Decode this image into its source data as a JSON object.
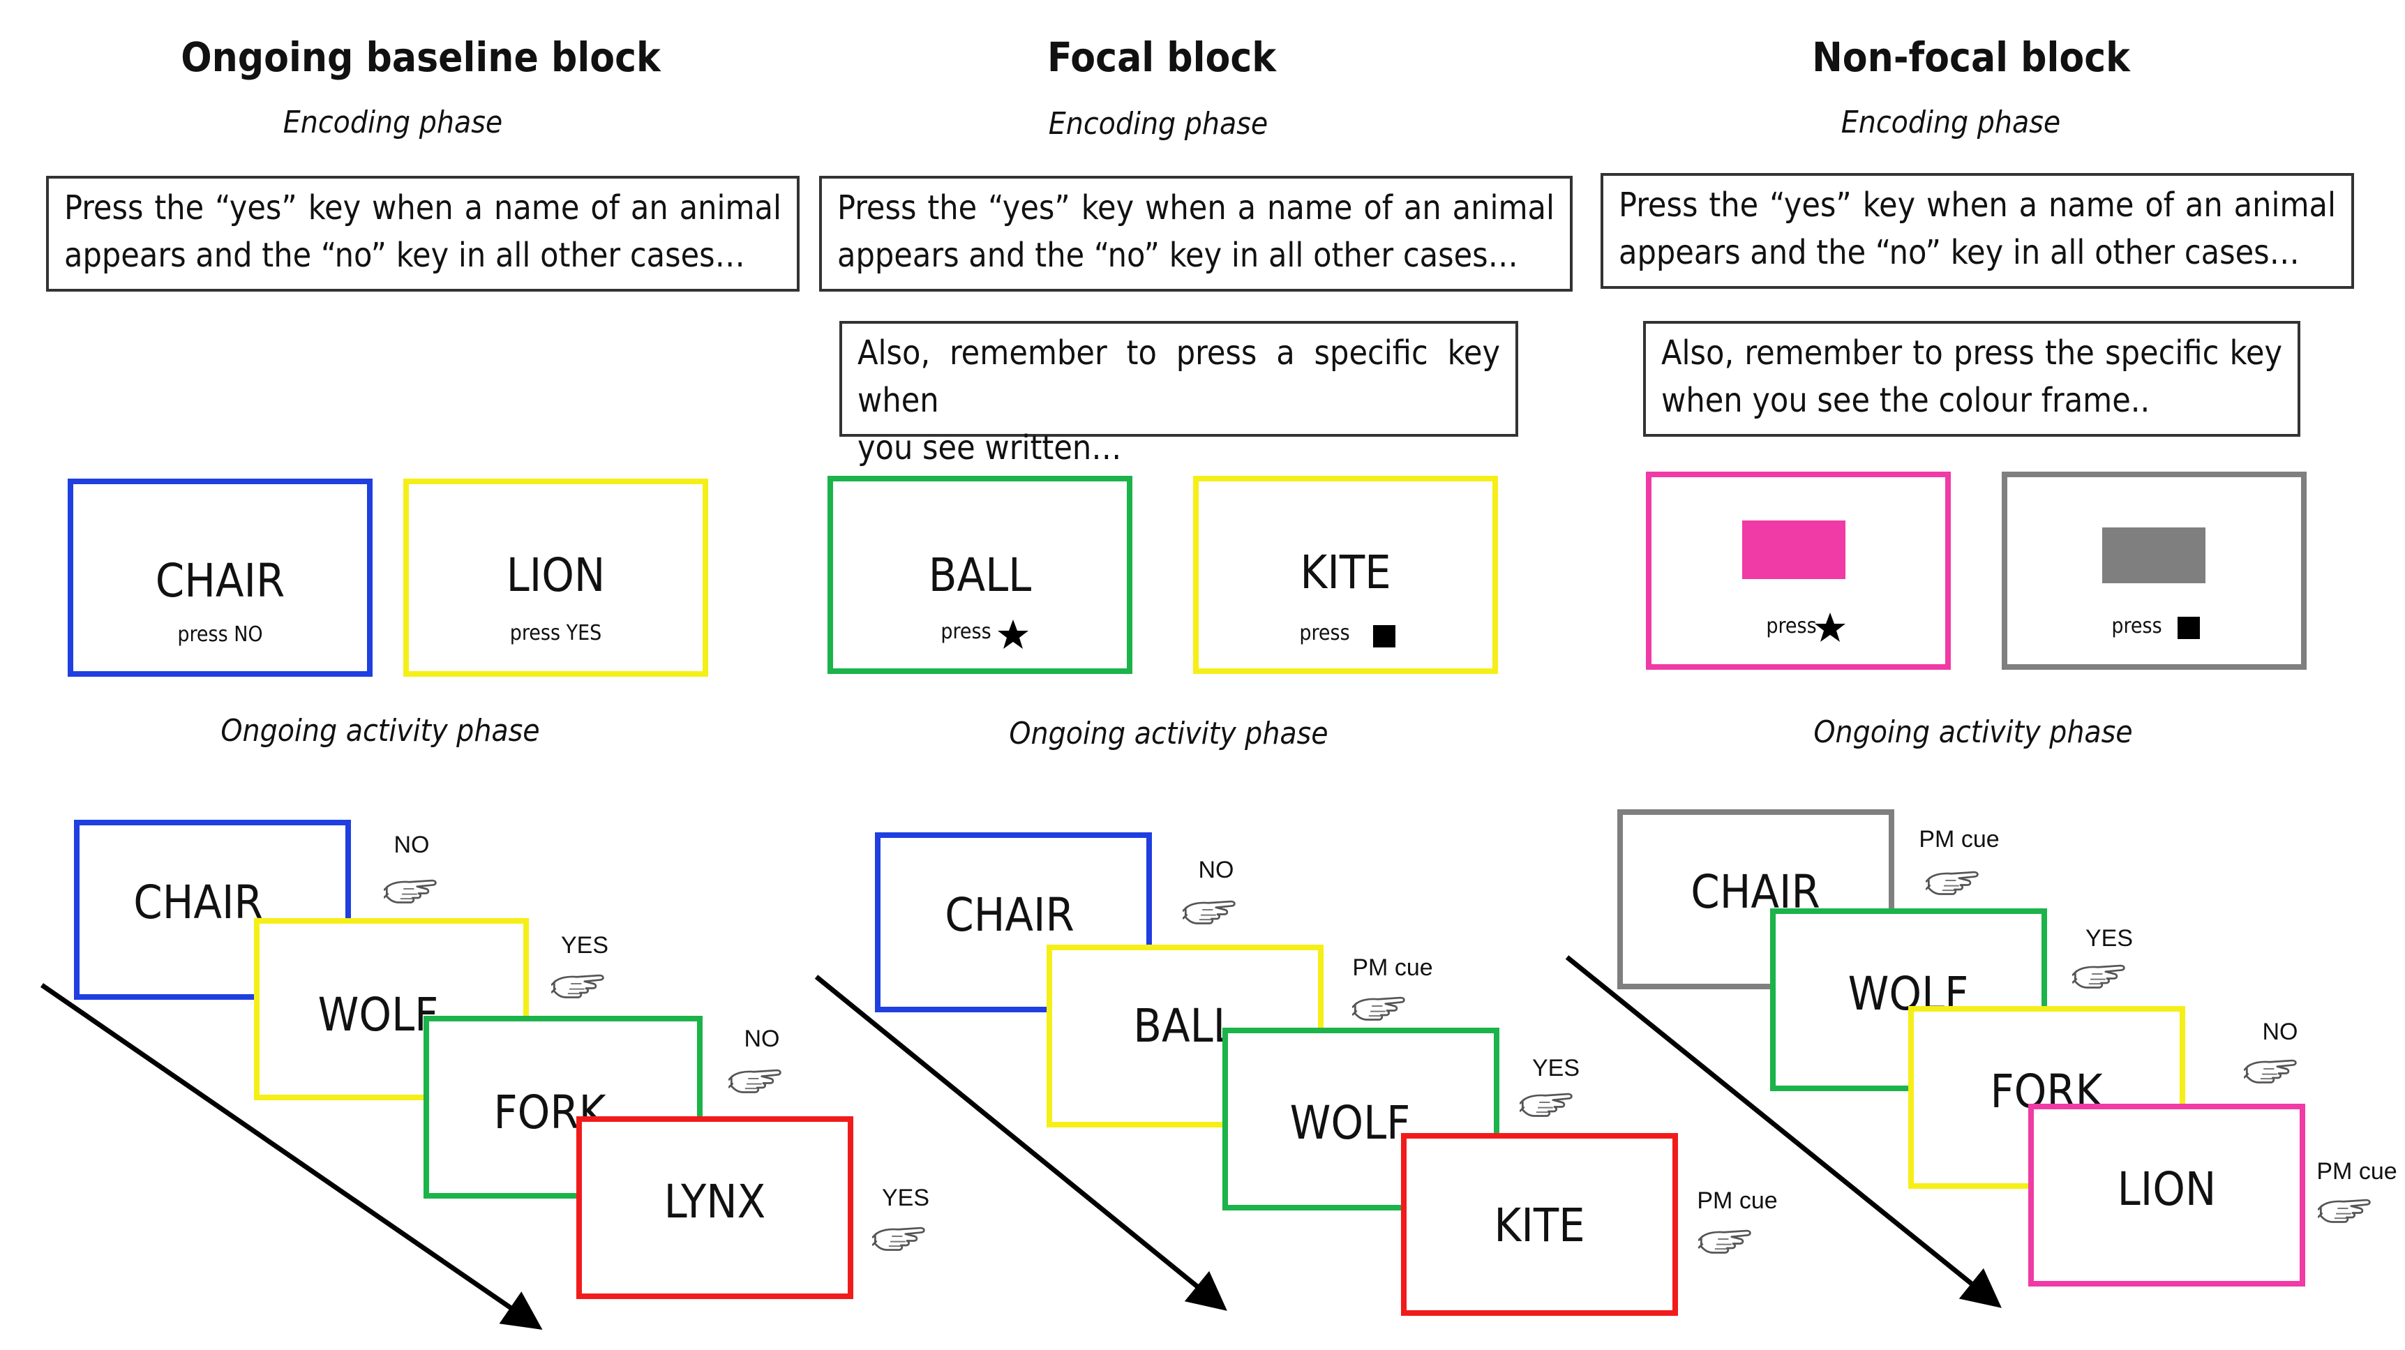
{
  "blocks": [
    {
      "title": "Ongoing baseline block",
      "encoding_label": "Encoding phase",
      "instruction": [
        "Press the “yes” key when a name of an animal",
        "appears and the “no” key in all other cases…"
      ],
      "examples": [
        {
          "word": "CHAIR",
          "press": "press  NO",
          "frame_color": "#1f3fe0"
        },
        {
          "word": "LION",
          "press": "press  YES",
          "frame_color": "#f5ef17"
        }
      ],
      "ongoing_label": "Ongoing activity phase",
      "trials": [
        {
          "word": "CHAIR",
          "response": "NO",
          "frame_color": "#1f3fe0"
        },
        {
          "word": "WOLF",
          "response": "YES",
          "frame_color": "#f5ef17"
        },
        {
          "word": "FORK",
          "response": "NO",
          "frame_color": "#1bb34a"
        },
        {
          "word": "LYNX",
          "response": "YES",
          "frame_color": "#f21b1b"
        }
      ]
    },
    {
      "title": "Focal block",
      "encoding_label": "Encoding phase",
      "instruction": [
        "Press the “yes” key when a name of an animal",
        "appears and the “no” key in all other cases…"
      ],
      "extra_instruction": [
        "Also, remember to press a specific key when",
        "you see written…"
      ],
      "examples": [
        {
          "word": "BALL",
          "press": "press",
          "key_icon": "star-icon",
          "frame_color": "#1bb34a"
        },
        {
          "word": "KITE",
          "press": "press",
          "key_icon": "square-icon",
          "frame_color": "#f5ef17"
        }
      ],
      "ongoing_label": "Ongoing activity phase",
      "trials": [
        {
          "word": "CHAIR",
          "response": "NO",
          "frame_color": "#1f3fe0"
        },
        {
          "word": "BALL",
          "response": "PM cue",
          "frame_color": "#f5ef17"
        },
        {
          "word": "WOLF",
          "response": "YES",
          "frame_color": "#1bb34a"
        },
        {
          "word": "KITE",
          "response": "PM cue",
          "frame_color": "#f21b1b"
        }
      ]
    },
    {
      "title": "Non-focal block",
      "encoding_label": "Encoding phase",
      "instruction": [
        "Press the “yes” key when a name of an animal",
        "appears and the “no” key in all other cases…"
      ],
      "extra_instruction": [
        "Also, remember to press the specific key",
        "when you see the colour frame.."
      ],
      "examples": [
        {
          "press": "press",
          "key_icon": "star-icon",
          "frame_color": "#f03aa5",
          "swatch_color": "#f03aa5"
        },
        {
          "press": "press",
          "key_icon": "square-icon",
          "frame_color": "#7f7f7f",
          "swatch_color": "#7f7f7f"
        }
      ],
      "ongoing_label": "Ongoing activity phase",
      "trials": [
        {
          "word": "CHAIR",
          "response": "PM cue",
          "frame_color": "#7f7f7f"
        },
        {
          "word": "WOLF",
          "response": "YES",
          "frame_color": "#1bb34a"
        },
        {
          "word": "FORK",
          "response": "NO",
          "frame_color": "#f5ef17"
        },
        {
          "word": "LION",
          "response": "PM cue",
          "frame_color": "#f03aa5"
        }
      ]
    }
  ]
}
